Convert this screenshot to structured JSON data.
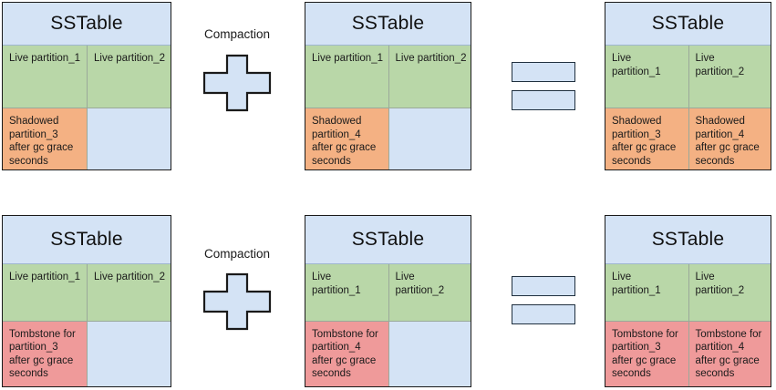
{
  "diagram": {
    "title_text": "SSTable",
    "operator_label": "Compaction",
    "colors": {
      "table_fill": "#d4e3f5",
      "live_fill": "#b9d7a8",
      "shadowed_fill": "#f4b183",
      "tombstone_fill": "#ef9a9a",
      "border": "#1a1a1a"
    }
  },
  "rows": [
    {
      "id": "shadowed-row",
      "operator_label": "Compaction",
      "tables": [
        {
          "id": "top-input-a",
          "title": "SSTable",
          "cells": [
            {
              "text": "Live partition_1",
              "kind": "live"
            },
            {
              "text": "Live partition_2",
              "kind": "live"
            },
            {
              "text": "Shadowed partition_3 after gc grace seconds",
              "kind": "shadowed"
            },
            {
              "text": "",
              "kind": "empty"
            }
          ]
        },
        {
          "id": "top-input-b",
          "title": "SSTable",
          "cells": [
            {
              "text": "Live partition_1",
              "kind": "live"
            },
            {
              "text": "Live partition_2",
              "kind": "live"
            },
            {
              "text": "Shadowed partition_4 after gc grace seconds",
              "kind": "shadowed"
            },
            {
              "text": "",
              "kind": "empty"
            }
          ]
        },
        {
          "id": "top-output",
          "title": "SSTable",
          "cells": [
            {
              "text": "Live partition_1",
              "kind": "live"
            },
            {
              "text": "Live partition_2",
              "kind": "live"
            },
            {
              "text": "Shadowed partition_3 after gc grace seconds",
              "kind": "shadowed"
            },
            {
              "text": "Shadowed partition_4 after gc grace seconds",
              "kind": "shadowed"
            }
          ]
        }
      ]
    },
    {
      "id": "tombstone-row",
      "operator_label": "Compaction",
      "tables": [
        {
          "id": "bottom-input-a",
          "title": "SSTable",
          "cells": [
            {
              "text": "Live partition_1",
              "kind": "live"
            },
            {
              "text": "Live partition_2",
              "kind": "live"
            },
            {
              "text": "Tombstone for partition_3 after gc grace seconds",
              "kind": "tombstone"
            },
            {
              "text": "",
              "kind": "empty"
            }
          ]
        },
        {
          "id": "bottom-input-b",
          "title": "SSTable",
          "cells": [
            {
              "text": "Live partition_1",
              "kind": "live"
            },
            {
              "text": "Live partition_2",
              "kind": "live"
            },
            {
              "text": "Tombstone for partition_4 after gc grace seconds",
              "kind": "tombstone"
            },
            {
              "text": "",
              "kind": "empty"
            }
          ]
        },
        {
          "id": "bottom-output",
          "title": "SSTable",
          "cells": [
            {
              "text": "Live partition_1",
              "kind": "live"
            },
            {
              "text": "Live partition_2",
              "kind": "live"
            },
            {
              "text": "Tombstone for partition_3 after gc grace seconds",
              "kind": "tombstone"
            },
            {
              "text": "Tombstone for partition_4 after gc grace seconds",
              "kind": "tombstone"
            }
          ]
        }
      ]
    }
  ]
}
